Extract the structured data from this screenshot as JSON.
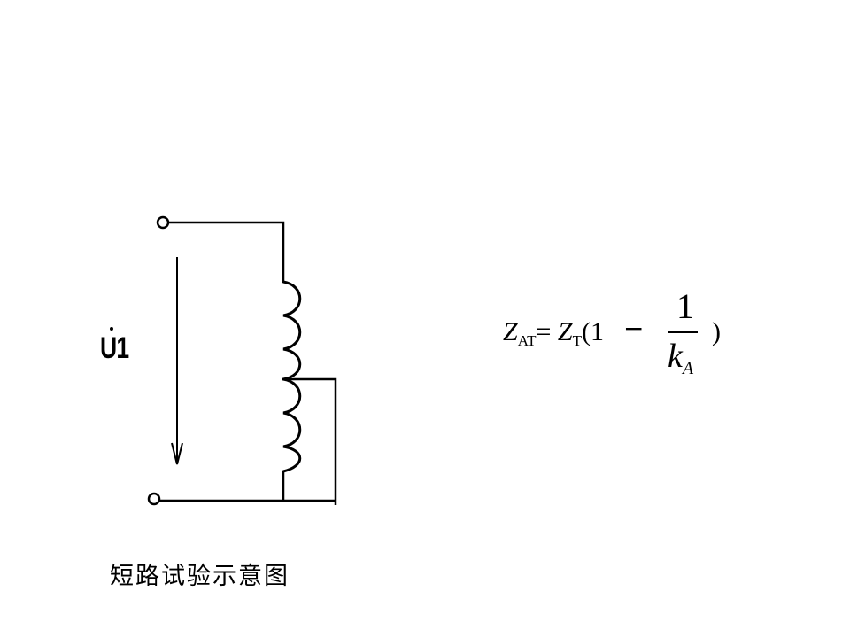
{
  "diagram": {
    "voltage_label": "U1",
    "caption": "短路试验示意图"
  },
  "formula": {
    "lhs_symbol": "Z",
    "lhs_subscript": "AT",
    "equals": "=",
    "rhs_symbol": "Z",
    "rhs_subscript": "T",
    "open_term": "(1",
    "minus": "−",
    "numerator": "1",
    "denominator_symbol": "k",
    "denominator_subscript": "A",
    "close": ")"
  }
}
